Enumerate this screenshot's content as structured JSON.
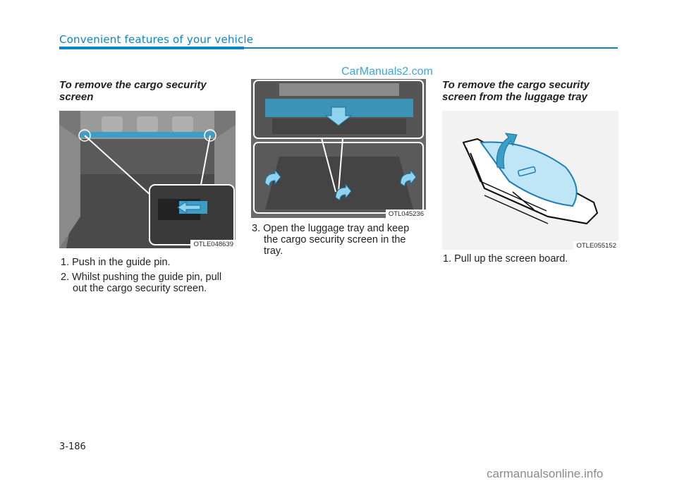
{
  "header": {
    "section_title": "Convenient features of your vehicle",
    "accent_color": "#0a86c8"
  },
  "watermarks": {
    "top": "CarManuals2.com",
    "bottom": "carmanualsonline.info"
  },
  "col1": {
    "heading": "To remove the cargo security screen",
    "figure_code": "OTLE048639",
    "steps": [
      "1. Push in the guide pin.",
      "2. Whilst pushing the guide pin, pull",
      "out the cargo security screen."
    ]
  },
  "col2": {
    "figure_code": "OTL045236",
    "steps": [
      "3. Open the luggage tray and keep",
      "the cargo security screen in the",
      "tray."
    ]
  },
  "col3": {
    "heading": "To remove the cargo security screen from the luggage tray",
    "figure_code": "OTLE055152",
    "steps": [
      "1. Pull up the screen board."
    ]
  },
  "footer": {
    "page_number": "3-186"
  }
}
